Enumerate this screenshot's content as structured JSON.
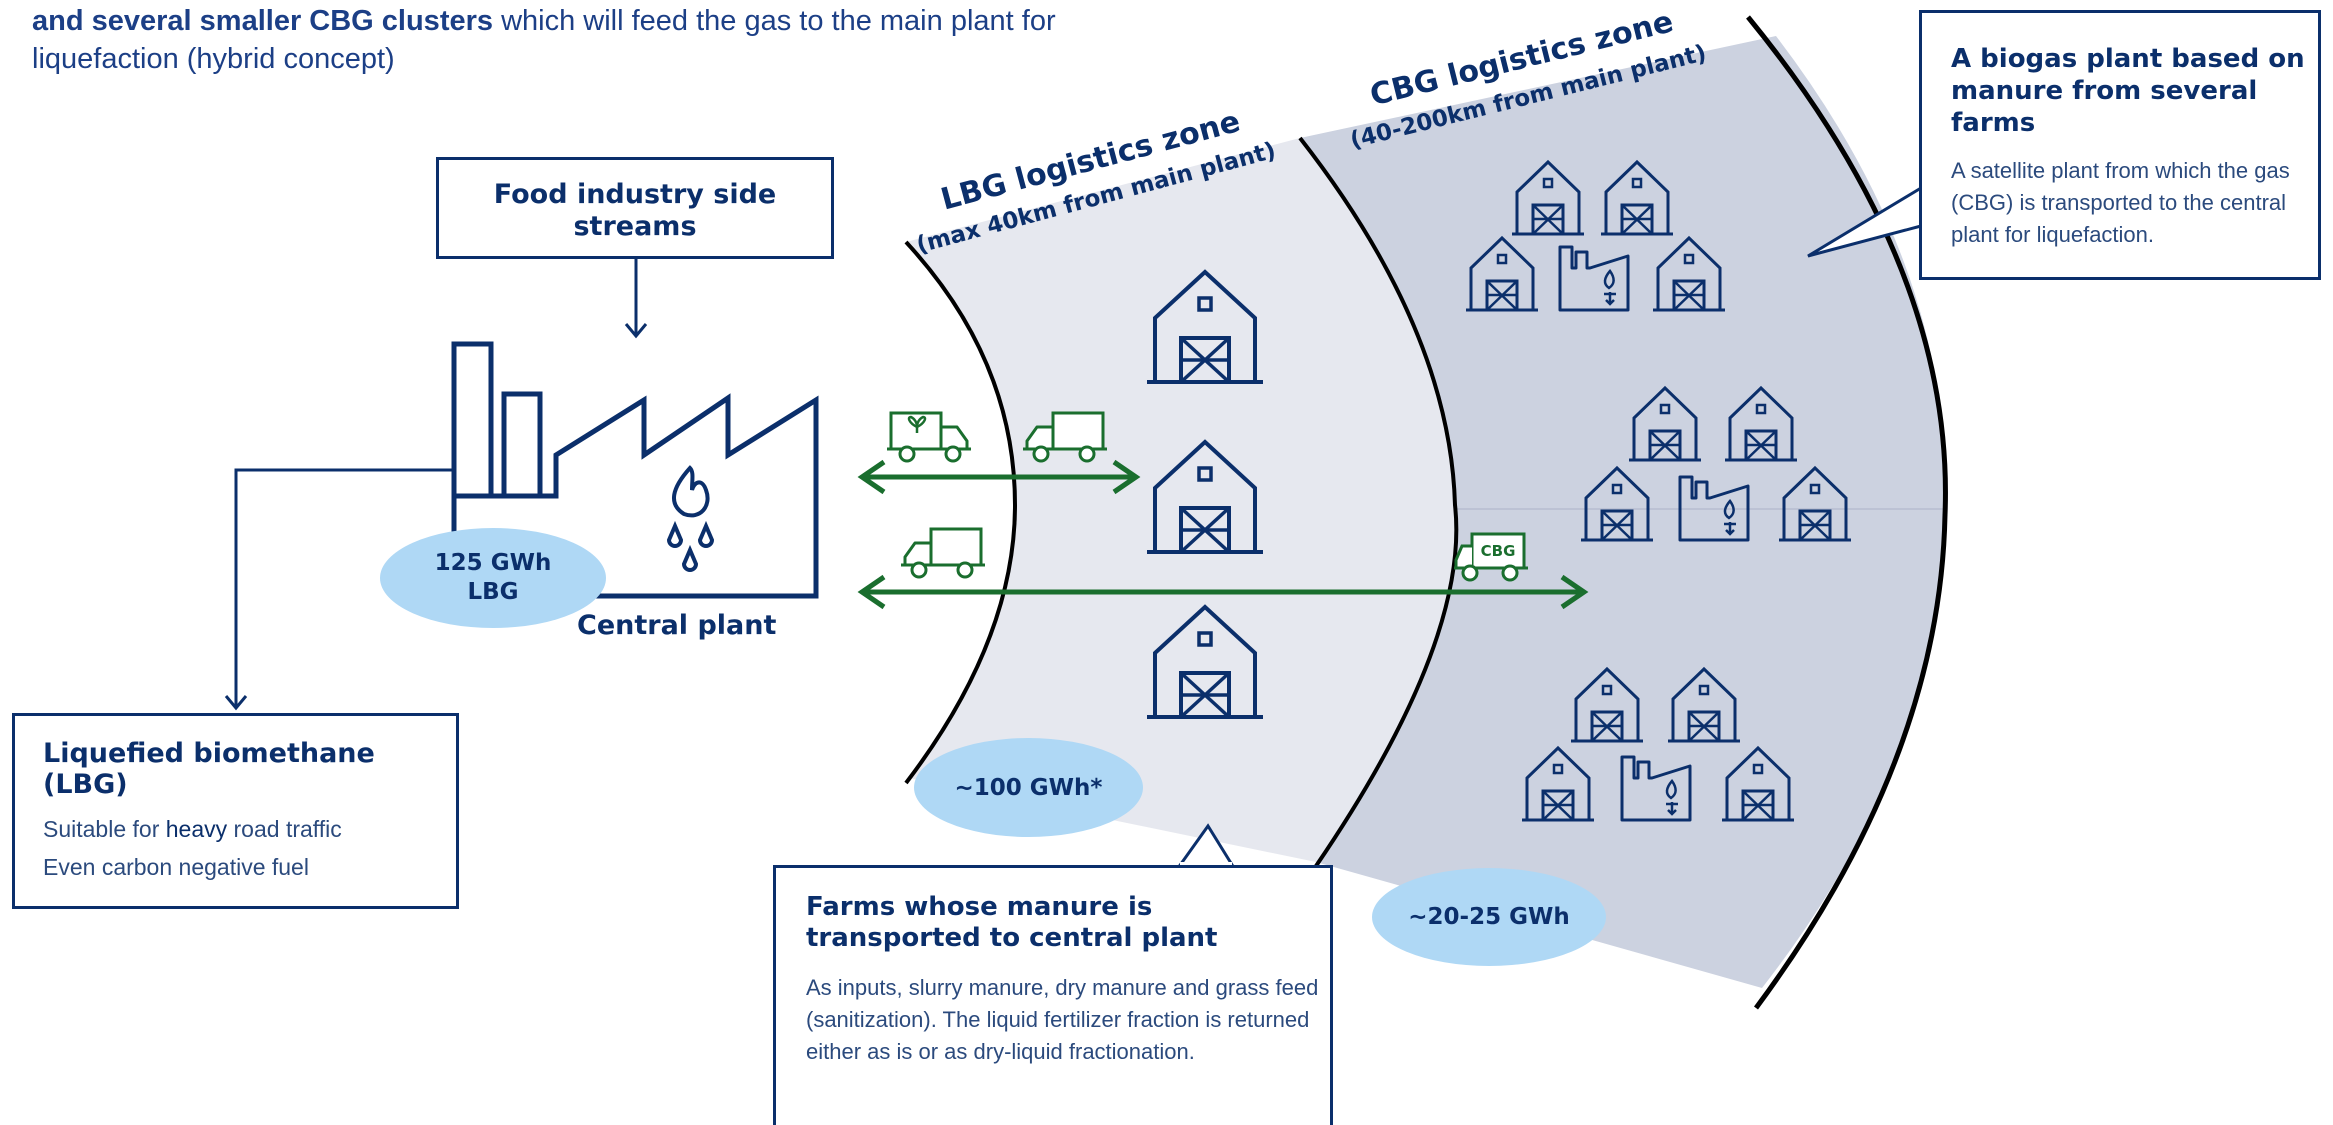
{
  "intro": {
    "bold": "and several smaller CBG clusters",
    "rest": " which will feed the gas to the main plant for liquefaction (hybrid concept)"
  },
  "food_box": {
    "title": "Food industry side streams"
  },
  "central_plant": {
    "label": "Central plant",
    "energy_line1": "125 GWh",
    "energy_line2": "LBG"
  },
  "lbg_box": {
    "title": "Liquefied biomethane (LBG)",
    "line1_pre": "Suitable for ",
    "line1_emph": "heavy",
    "line1_post": " road traffic",
    "line2": "Even carbon negative fuel"
  },
  "lbg_zone": {
    "title": "LBG logistics zone",
    "subtitle": "(max 40km from main plant)",
    "energy": "~100 GWh*"
  },
  "cbg_zone": {
    "title": "CBG logistics zone",
    "subtitle": "(40-200km from main plant)",
    "energy": "~20-25 GWh"
  },
  "farms_box": {
    "title": "Farms whose manure is transported to central plant",
    "description": "As inputs, slurry manure, dry manure and grass feed (sanitization). The liquid fertilizer fraction is returned either as is or as dry-liquid fractionation."
  },
  "biogas_box": {
    "title": "A biogas plant based on manure from several farms",
    "description": "A satellite plant from which the gas (CBG) is transported to the central plant for liquefaction."
  },
  "truck_label": "CBG",
  "icons": [
    "factory-icon",
    "flame-icon",
    "barn-icon",
    "biogas-plant-icon",
    "truck-icon",
    "arrow-icon"
  ],
  "colors": {
    "navy": "#0b2f6b",
    "green": "#1a6e2e",
    "oval": "#afd8f5",
    "lbg_zone": "#e6e8ef",
    "cbg_zone": "#ccd2e0"
  }
}
